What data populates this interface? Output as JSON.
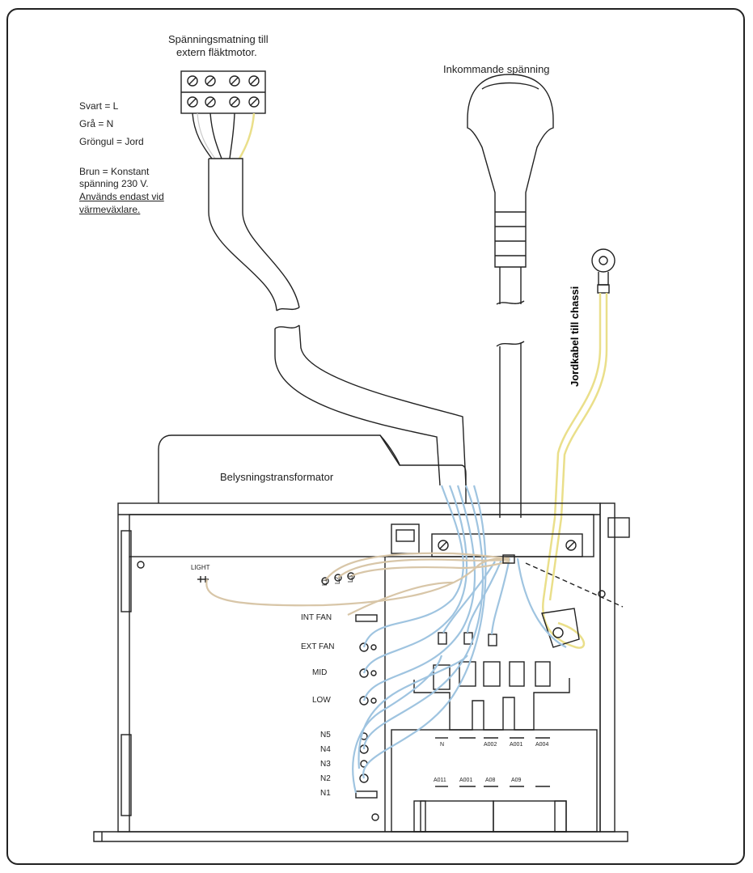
{
  "top_labels": {
    "supply_line1": "Spänningsmatning till",
    "supply_line2": "extern fläktmotor.",
    "incoming": "Inkommande spänning",
    "ground_cable": "Jordkabel till chassi",
    "transformer": "Belysningstransformator"
  },
  "legend": {
    "svart": "Svart = L",
    "gra": "Grå = N",
    "grongul": "Gröngul = Jord",
    "brun1": "Brun = Konstant",
    "brun2": "spänning 230 V.",
    "brun3": "Används endast vid",
    "brun4": "värmeväxlare."
  },
  "panel_labels": {
    "light": "LIGHT",
    "l1": "L1",
    "l2": "L2",
    "l3": "L3",
    "int_fan": "INT FAN",
    "ext_fan": "EXT FAN",
    "mid": "MID",
    "low": "LOW",
    "n5": "N5",
    "n4": "N4",
    "n3": "N3",
    "n2": "N2",
    "n1": "N1"
  },
  "relay_labels": {
    "row1": [
      "N",
      "",
      "A002",
      "A001",
      "A004"
    ],
    "row2": [
      "A011",
      "A001",
      "A08",
      "A09",
      ""
    ]
  },
  "colors": {
    "line": "#222222",
    "blue_wire": "#9fc4e0",
    "yellow_wire": "#eadf8a",
    "tan_wire": "#d8c6a8"
  }
}
